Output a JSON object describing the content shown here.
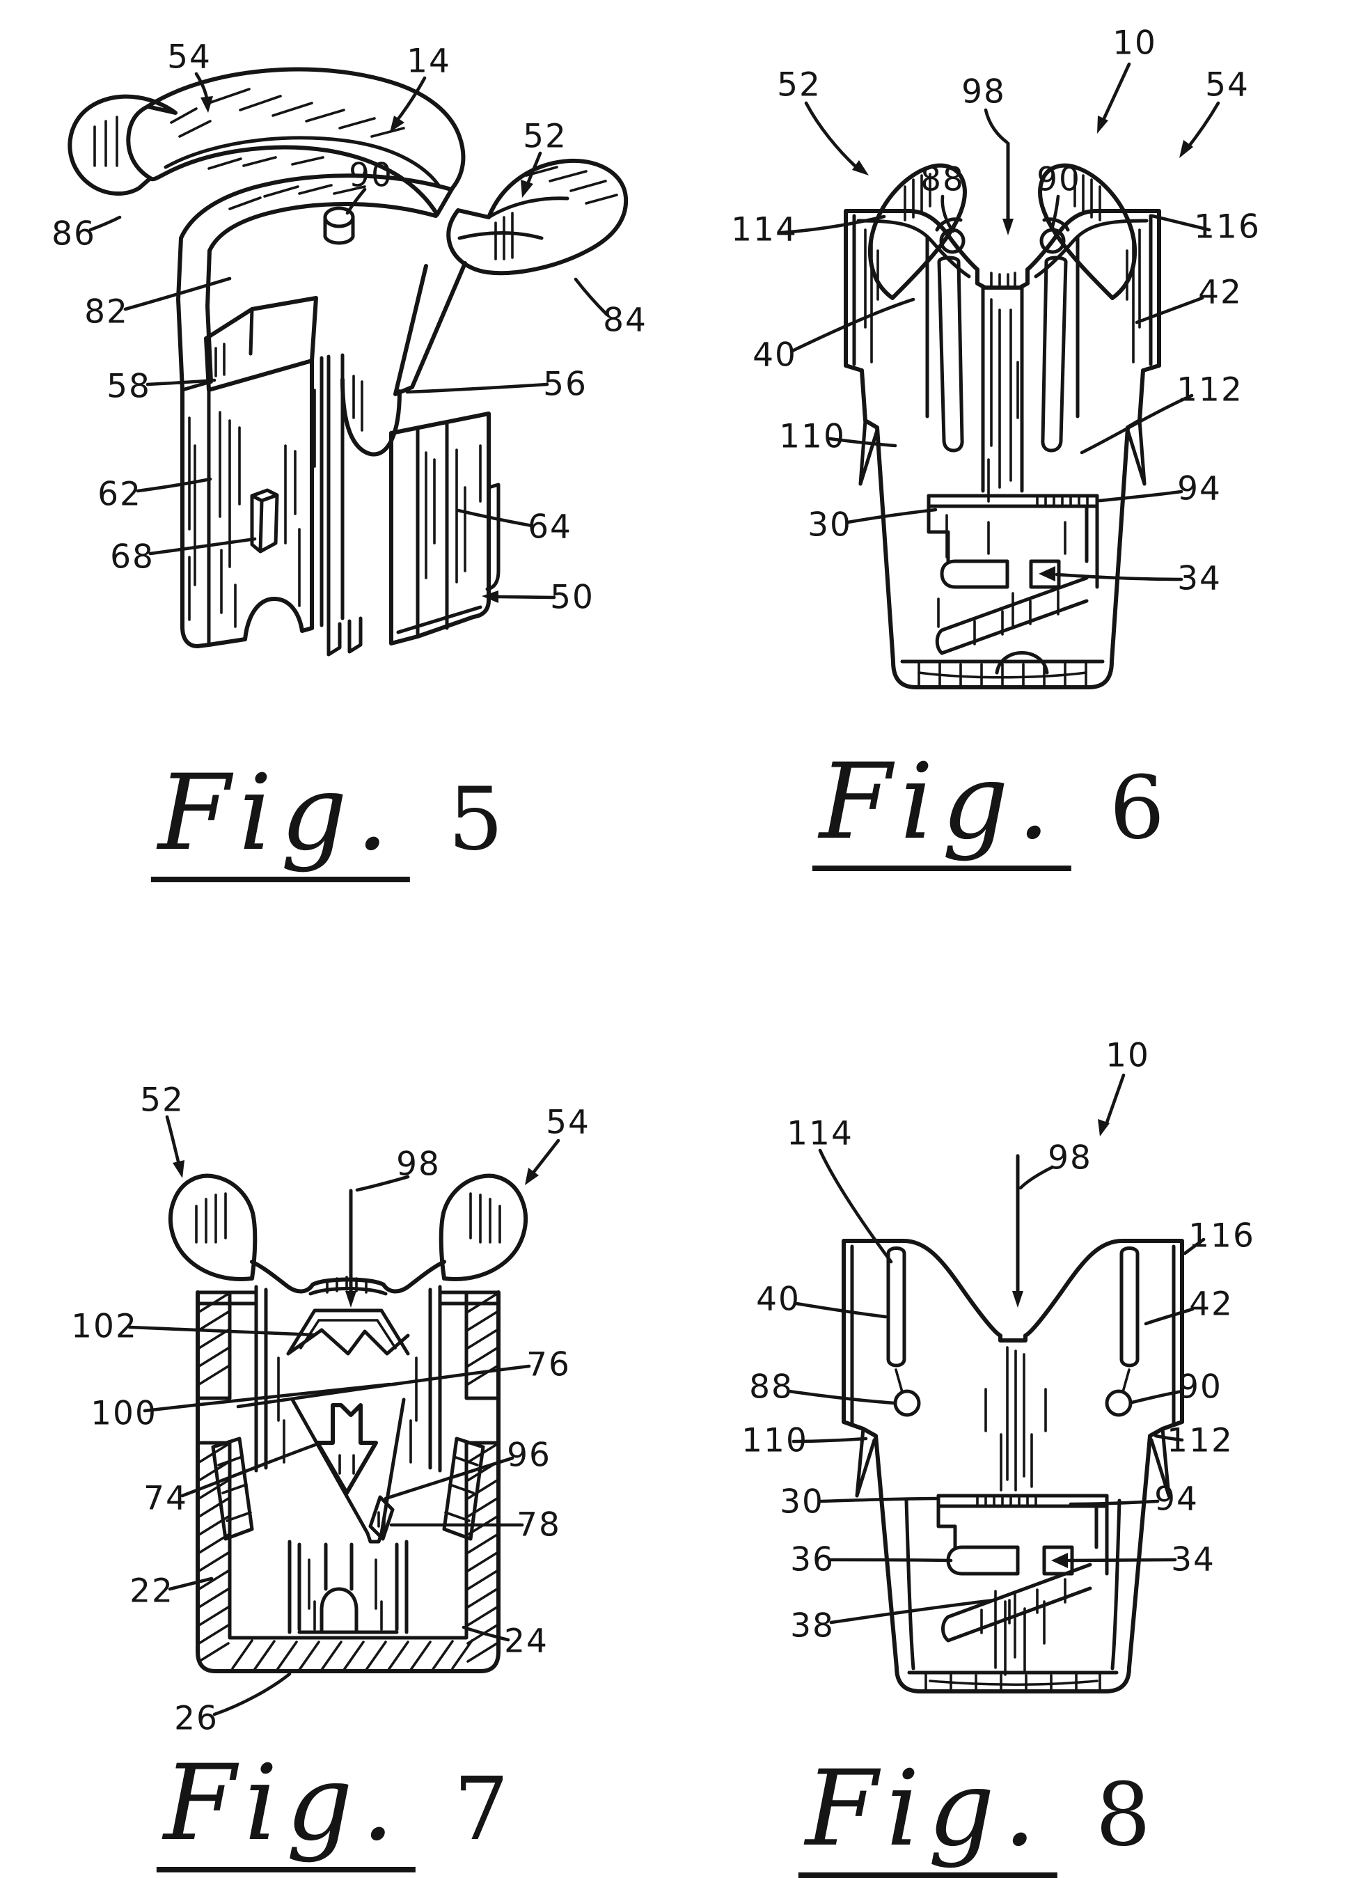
{
  "page": {
    "type": "patent drawing sheet",
    "figure_count": 4,
    "ink": "#151515",
    "paper": "#ffffff"
  },
  "figures": [
    {
      "id": "fig5",
      "view": "perspective view of retainer",
      "caption": {
        "word": "Fig.",
        "number": "5"
      },
      "labels": [
        {
          "ref": "54"
        },
        {
          "ref": "14"
        },
        {
          "ref": "90"
        },
        {
          "ref": "52"
        },
        {
          "ref": "86"
        },
        {
          "ref": "82"
        },
        {
          "ref": "84"
        },
        {
          "ref": "58"
        },
        {
          "ref": "56"
        },
        {
          "ref": "62"
        },
        {
          "ref": "68"
        },
        {
          "ref": "64"
        },
        {
          "ref": "50"
        }
      ]
    },
    {
      "id": "fig6",
      "view": "front elevation of connector",
      "caption": {
        "word": "Fig.",
        "number": "6"
      },
      "labels": [
        {
          "ref": "52"
        },
        {
          "ref": "98"
        },
        {
          "ref": "10"
        },
        {
          "ref": "54"
        },
        {
          "ref": "114"
        },
        {
          "ref": "88"
        },
        {
          "ref": "90"
        },
        {
          "ref": "116"
        },
        {
          "ref": "40"
        },
        {
          "ref": "42"
        },
        {
          "ref": "110"
        },
        {
          "ref": "112"
        },
        {
          "ref": "30"
        },
        {
          "ref": "94"
        },
        {
          "ref": "34"
        }
      ]
    },
    {
      "id": "fig7",
      "view": "sectional view of connector",
      "caption": {
        "word": "Fig.",
        "number": "7"
      },
      "labels": [
        {
          "ref": "52"
        },
        {
          "ref": "54"
        },
        {
          "ref": "98"
        },
        {
          "ref": "102"
        },
        {
          "ref": "100"
        },
        {
          "ref": "76"
        },
        {
          "ref": "74"
        },
        {
          "ref": "96"
        },
        {
          "ref": "78"
        },
        {
          "ref": "22"
        },
        {
          "ref": "24"
        },
        {
          "ref": "26"
        }
      ]
    },
    {
      "id": "fig8",
      "view": "front elevation without wings",
      "caption": {
        "word": "Fig.",
        "number": "8"
      },
      "labels": [
        {
          "ref": "10"
        },
        {
          "ref": "114"
        },
        {
          "ref": "98"
        },
        {
          "ref": "116"
        },
        {
          "ref": "40"
        },
        {
          "ref": "42"
        },
        {
          "ref": "88"
        },
        {
          "ref": "90"
        },
        {
          "ref": "110"
        },
        {
          "ref": "112"
        },
        {
          "ref": "30"
        },
        {
          "ref": "94"
        },
        {
          "ref": "36"
        },
        {
          "ref": "34"
        },
        {
          "ref": "38"
        }
      ]
    }
  ]
}
